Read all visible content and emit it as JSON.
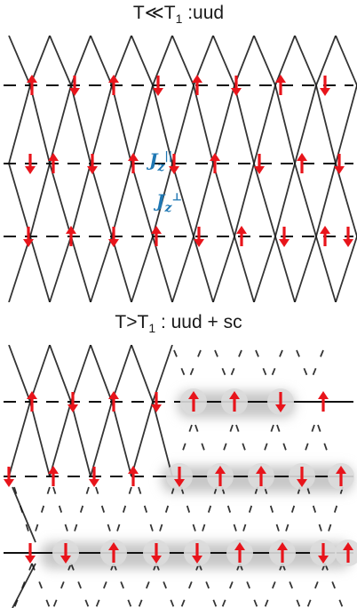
{
  "top": {
    "title_main": "T≪T",
    "title_sub": "1",
    "title_rest": " :uud",
    "coupling_parallel": {
      "base": "J",
      "sub": "z",
      "sup": "||"
    },
    "coupling_perp": {
      "base": "J",
      "sub": "z",
      "sup": "⊥"
    },
    "rows": [
      [
        "up",
        "down",
        "up",
        "down",
        "up",
        "down",
        "up",
        "down"
      ],
      [
        "down",
        "up",
        "down",
        "up",
        "down",
        "up",
        "down",
        "up",
        "down"
      ],
      [
        "down",
        "up",
        "down",
        "up",
        "down",
        "up",
        "down",
        "up",
        "down"
      ]
    ]
  },
  "bottom": {
    "title_main": "T>T",
    "title_sub": "1",
    "title_rest": " : uud + sc",
    "rows": [
      [
        "up",
        "down",
        "up",
        "down",
        "up",
        "up",
        "down",
        "up"
      ],
      [
        "down",
        "up",
        "down",
        "up",
        "down",
        "up",
        "up",
        "down",
        "up"
      ],
      [
        "down",
        "down",
        "up",
        "down",
        "down",
        "up",
        "up",
        "down",
        "up"
      ]
    ]
  },
  "colors": {
    "spin": "#e8141b",
    "bond": "#111111",
    "coupling_label": "#1f78b4",
    "cluster": "#c8c8c8"
  }
}
